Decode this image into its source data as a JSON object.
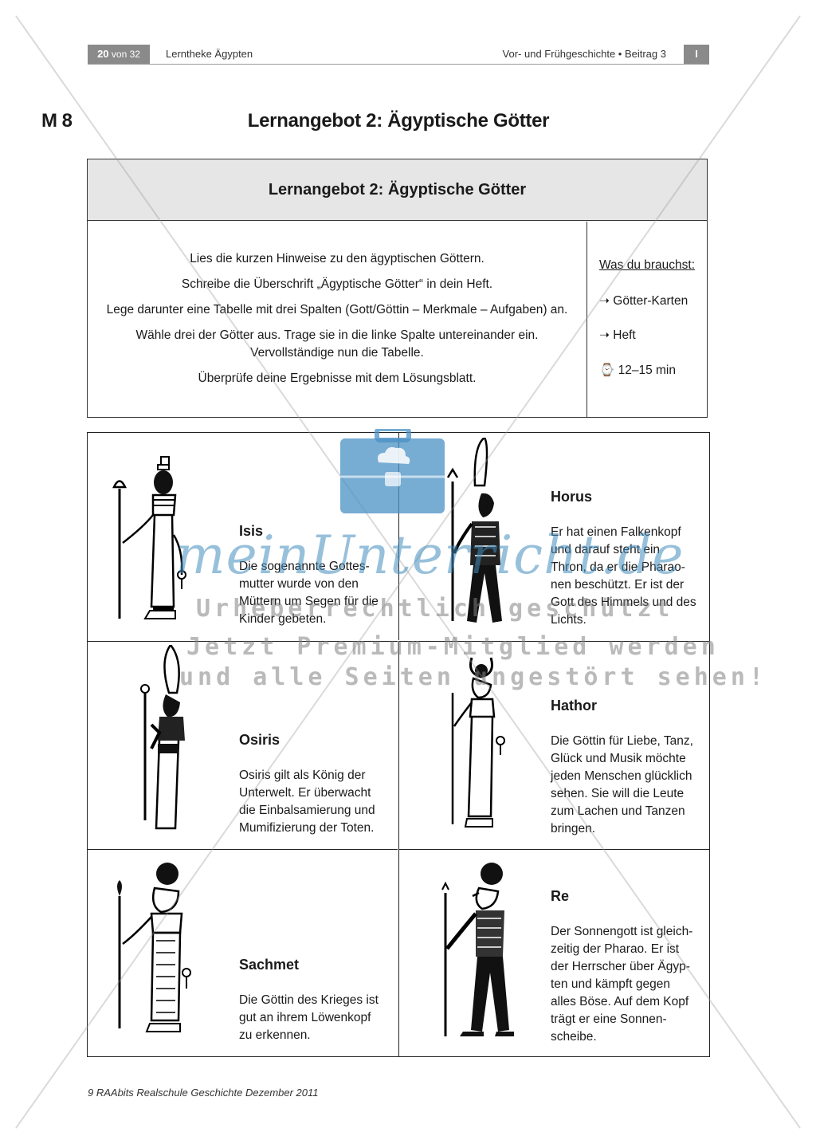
{
  "header": {
    "page_current": "20",
    "page_of": "von 32",
    "left_title": "Lerntheke Ägypten",
    "right_title": "Vor- und Frühgeschichte • Beitrag 3",
    "section_num": "I"
  },
  "material_label": "M 8",
  "page_title": "Lernangebot 2: Ägyptische Götter",
  "instruction_box": {
    "title": "Lernangebot 2: Ägyptische Götter",
    "steps": [
      "Lies die kurzen Hinweise zu den ägyptischen Göttern.",
      "Schreibe die Überschrift „Ägyptische Götter“ in dein Heft.",
      "Lege darunter eine Tabelle mit drei Spalten (Gott/Göttin – Merkmale – Aufgaben) an.",
      "Wähle drei der Götter aus. Trage sie in die linke Spalte untereinander ein.",
      "Vervollständige nun die Tabelle.",
      "Überprüfe deine Ergebnisse mit dem Lösungsblatt."
    ],
    "needs_heading": "Was du brauchst:",
    "needs": [
      "➝ Götter-Karten",
      "➝ Heft",
      "⌚ 12–15 min"
    ]
  },
  "cards": [
    {
      "name": "Isis",
      "lines": [
        "Die sogenannte Gottes-",
        "mutter wurde von den",
        "Müttern um Segen für die",
        "Kinder gebeten."
      ]
    },
    {
      "name": "Horus",
      "lines": [
        "Er hat einen Falkenkopf",
        "und darauf steht ein",
        "Thron, da er die Pharao-",
        "nen beschützt. Er ist der",
        "Gott des Himmels und des",
        "Lichts."
      ]
    },
    {
      "name": "Osiris",
      "lines": [
        "Osiris gilt als König der",
        "Unterwelt. Er überwacht",
        "die Einbalsamierung und",
        "Mumifizierung der Toten."
      ]
    },
    {
      "name": "Hathor",
      "lines": [
        "Die Göttin für Liebe, Tanz,",
        "Glück und Musik möchte",
        "jeden Menschen glücklich",
        "sehen. Sie will die Leute",
        "zum Lachen und Tanzen",
        "bringen."
      ]
    },
    {
      "name": "Sachmet",
      "lines": [
        "Die Göttin des Krieges ist",
        "gut an ihrem Löwenkopf",
        "zu erkennen."
      ]
    },
    {
      "name": "Re",
      "lines": [
        "Der Sonnengott ist gleich-",
        "zeitig der Pharao. Er ist",
        "der Herrscher über Ägyp-",
        "ten und kämpft gegen",
        "alles Böse. Auf dem Kopf",
        "trägt er eine Sonnen-",
        "scheibe."
      ]
    }
  ],
  "footer": "9 RAAbits Realschule Geschichte Dezember 2011",
  "watermark": {
    "brand": "meinUnterricht.de",
    "line1": "Urheberrechtlich geschützt",
    "line2": "Jetzt Premium-Mitglied werden",
    "line3": "und alle Seiten ungestört sehen!"
  },
  "colors": {
    "watermark_blue": "#4a90c4",
    "badge_gray": "#8a8a8a",
    "box_header": "#e6e6e6"
  }
}
